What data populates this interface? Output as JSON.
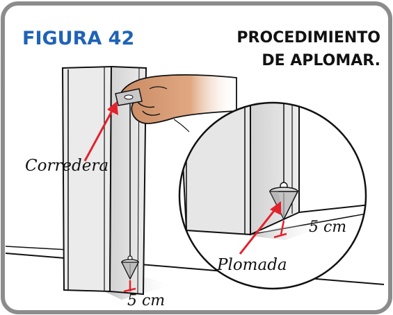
{
  "figure": {
    "title": "FIGURA 42",
    "subtitle_line1": "PROCEDIMIENTO",
    "subtitle_line2": "DE APLOMAR.",
    "title_color": "#1f63b6"
  },
  "callouts": {
    "slider": "Corredera",
    "distance_main": "5 cm",
    "distance_zoom": "5 cm",
    "plumb_bob": "Plomada"
  },
  "colors": {
    "frame": "#8c8c8c",
    "arrow": "#e3212b",
    "skin": "#dca27a",
    "wall": "#e4e4e4"
  }
}
